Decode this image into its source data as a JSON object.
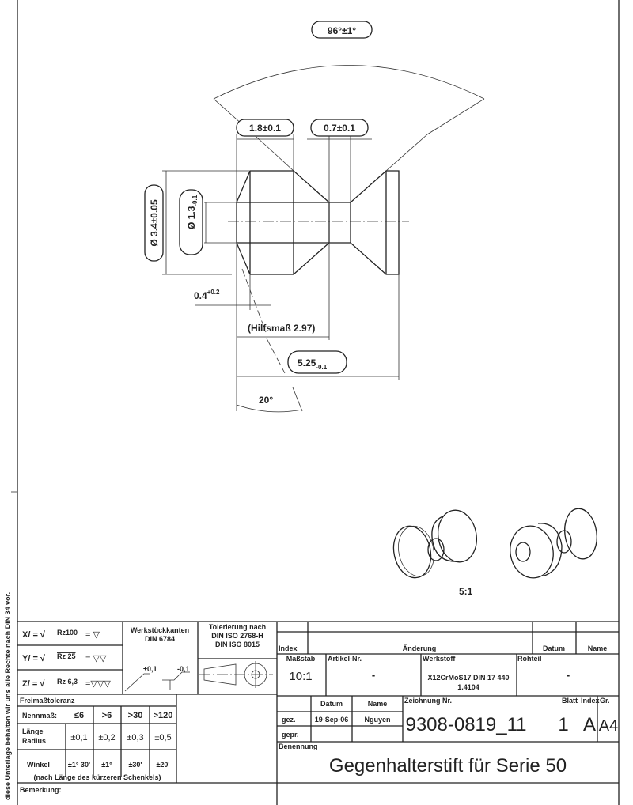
{
  "margin_note": "diese Unterlage behalten wir uns alle Rechte nach DIN 34 vor.",
  "dimensions": {
    "angle_top": "96°±1°",
    "len_1_8": "1.8±0.1",
    "len_0_7": "0.7±0.1",
    "dia_3_4": "Ø 3.4±0.05",
    "dia_1_3": "Ø 1.3",
    "dia_1_3_tol": "-0.1",
    "chamfer": "0.4",
    "chamfer_tol": "+0.2",
    "aux": "(Hilfsmaß 2.97)",
    "total": "5.25",
    "total_tol": "-0.1",
    "angle_20": "20°"
  },
  "iso_scale": "5:1",
  "surface": {
    "x": "X",
    "x_val": "Rz100",
    "y": "Y",
    "y_val": "Rz 25",
    "z": "Z",
    "z_val": "Rz 6,3"
  },
  "edges": {
    "title1": "Werkstückkanten",
    "title2": "DIN 6784",
    "plus": "±0,1",
    "minus": "-0,1"
  },
  "tolerancing": {
    "l1": "Tolerierung nach",
    "l2": "DIN ISO 2768-H",
    "l3": "DIN ISO 8015"
  },
  "free_tol": {
    "title": "Freimaßtoleranz",
    "nominal_label": "Nennmaß:",
    "ranges": [
      "≤6",
      ">6",
      ">30",
      ">120"
    ],
    "length_label1": "Länge",
    "length_label2": "Radius",
    "length_vals": [
      "±0,1",
      "±0,2",
      "±0,3",
      "±0,5"
    ],
    "angle_label": "Winkel",
    "angle_vals": [
      "±1° 30'",
      "±1°",
      "±30'",
      "±20'"
    ],
    "angle_note": "(nach Länge des kürzeren Schenkels)"
  },
  "remarks_label": "Bemerkung:",
  "revision": {
    "index": "Index",
    "change": "Änderung",
    "date": "Datum",
    "name": "Name"
  },
  "scale": {
    "label": "Maßstab",
    "value": "10:1"
  },
  "article": {
    "label": "Artikel-Nr.",
    "value": "-"
  },
  "material": {
    "label": "Werkstoff",
    "value1": "X12CrMoS17 DIN 17 440",
    "value2": "1.4104"
  },
  "blank": {
    "label": "Rohteil",
    "value": "-"
  },
  "signoff": {
    "date_h": "Datum",
    "name_h": "Name",
    "drawn": "gez.",
    "drawn_date": "19-Sep-06",
    "drawn_name": "Nguyen",
    "checked": "gepr."
  },
  "drawing_no": {
    "label": "Zeichnung Nr.",
    "value": "9308-0819_11"
  },
  "sheet": {
    "label": "Blatt",
    "value": "1"
  },
  "index": {
    "label": "Index",
    "value": "A"
  },
  "size": {
    "label": "Gr.",
    "value": "A4"
  },
  "designation": {
    "label": "Benennung",
    "value": "Gegenhalterstift für Serie 50"
  }
}
